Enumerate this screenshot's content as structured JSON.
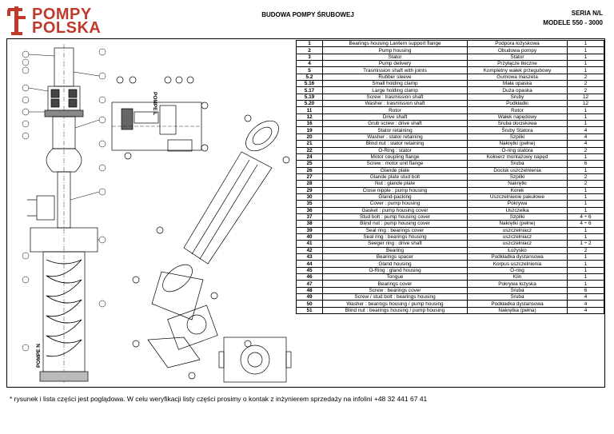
{
  "header": {
    "logo_line1": "POMPY",
    "logo_line2": "POLSKA",
    "title": "BUDOWA POMPY ŚRUBOWEJ",
    "series": "SERIA N/L",
    "models": "MODELE 550 - 3000"
  },
  "drawing": {
    "label_n": "POMPE   N",
    "label_l": "POMPE   L"
  },
  "parts": [
    {
      "no": "1",
      "en": "Bearings housing Lantern support flange",
      "pl": "Podpora łożyskowa",
      "qty": "1"
    },
    {
      "no": "2",
      "en": "Pump housing",
      "pl": "Obudowa pompy",
      "qty": "1"
    },
    {
      "no": "3",
      "en": "Stator",
      "pl": "Stator",
      "qty": "1"
    },
    {
      "no": "4",
      "en": "Pump delivery",
      "pl": "Przyłącze tłoczne",
      "qty": "1"
    },
    {
      "no": "5",
      "en": "Trasmission shaft with joints",
      "pl": "Kompletny wałek przegubowy",
      "qty": "1"
    },
    {
      "no": "5.2",
      "en": "Rubber sleeve",
      "pl": "Gumowa maszeta",
      "qty": "2"
    },
    {
      "no": "5.16",
      "en": "Small holding clamp",
      "pl": "Mała opaska",
      "qty": "2"
    },
    {
      "no": "5.17",
      "en": "Large holding clamp",
      "pl": "Duża opaska",
      "qty": "2"
    },
    {
      "no": "5.19",
      "en": "Screw : trasmission shaft",
      "pl": "Śruby",
      "qty": "12"
    },
    {
      "no": "5.20",
      "en": "Washer :   trasmission shaft",
      "pl": "Podkładki",
      "qty": "12"
    },
    {
      "no": "11",
      "en": "Rotor",
      "pl": "Rotor",
      "qty": "1"
    },
    {
      "no": "12",
      "en": "Drive shaft",
      "pl": "Wałek napędowy",
      "qty": "1"
    },
    {
      "no": "16",
      "en": "Grub screw : drive shaft",
      "pl": "Śruba dociskowa",
      "qty": "1"
    },
    {
      "no": "19",
      "en": "Stator retaining",
      "pl": "Śruby Statora",
      "qty": "4"
    },
    {
      "no": "20",
      "en": "Washer : stator retaining",
      "pl": "Szpilki",
      "qty": "4"
    },
    {
      "no": "21",
      "en": "Blind nut : stator retaining",
      "pl": "Nakrętki (pełne)",
      "qty": "4"
    },
    {
      "no": "22",
      "en": "O-Ring : stator",
      "pl": "O-ring statora",
      "qty": "2"
    },
    {
      "no": "24",
      "en": "Motor coupling flange",
      "pl": "Kołnierz montażowy napęd",
      "qty": "1"
    },
    {
      "no": "25",
      "en": "Screw : motor unit flange",
      "pl": "Śruba",
      "qty": "6"
    },
    {
      "no": "26",
      "en": "Glande plate",
      "pl": "Docisk uszczelnienia",
      "qty": "1"
    },
    {
      "no": "27",
      "en": "Glande plate stud bolt",
      "pl": "Szpilki",
      "qty": "2"
    },
    {
      "no": "28",
      "en": "Nut : glande plate",
      "pl": "Nakrętki",
      "qty": "2"
    },
    {
      "no": "29",
      "en": "Close nipple :  pump housing",
      "pl": "Korek",
      "qty": "1"
    },
    {
      "no": "30",
      "en": "Gland-packing",
      "pl": "Uszczelnienie pakułowe",
      "qty": "1"
    },
    {
      "no": "35",
      "en": "Cover : pump housing",
      "pl": "Pokrywa",
      "qty": "1"
    },
    {
      "no": "36",
      "en": "Gasket : pump housing cover",
      "pl": "Uszczelka",
      "qty": "1"
    },
    {
      "no": "37",
      "en": "Stud bolt : pump housing cover",
      "pl": "Szpilki",
      "qty": "4 ÷ 6"
    },
    {
      "no": "38",
      "en": "Blind nut : pump housing cover",
      "pl": "Nakrętki (pełne)",
      "qty": "4 ÷ 6"
    },
    {
      "no": "39",
      "en": "Seal ring :  bearings cover",
      "pl": "uszczelniacz",
      "qty": "1"
    },
    {
      "no": "40",
      "en": "Seal ring : bearings housing",
      "pl": "uszczelniacz",
      "qty": "1"
    },
    {
      "no": "41",
      "en": "Seeger ring : drive shaft",
      "pl": "uszczelniacz",
      "qty": "1 ÷ 2"
    },
    {
      "no": "42",
      "en": "Bearing",
      "pl": "Łożysko",
      "qty": "2"
    },
    {
      "no": "43",
      "en": "Bearings spacer",
      "pl": "Podkładka dystansowa",
      "qty": "1"
    },
    {
      "no": "44",
      "en": "Gland housing",
      "pl": "Korpus uszczelnienia",
      "qty": "1"
    },
    {
      "no": "45",
      "en": "O-Ring : gland housing",
      "pl": "O-ring",
      "qty": "1"
    },
    {
      "no": "46",
      "en": "Tongue",
      "pl": "Klin",
      "qty": "1"
    },
    {
      "no": "47",
      "en": "Bearings cover",
      "pl": "Pokrywa łożyska",
      "qty": "1"
    },
    {
      "no": "48",
      "en": "Screw : bearings cover",
      "pl": "Śruba",
      "qty": "6"
    },
    {
      "no": "49",
      "en": "Screw / stud bolt : bearings housing",
      "pl": "Śruba",
      "qty": "4"
    },
    {
      "no": "50",
      "en": "Washer : bearings housing / pump housing",
      "pl": "Podkładka dystansowa",
      "qty": "4"
    },
    {
      "no": "51",
      "en": "Blind nut : bearings housing / pump housing",
      "pl": "Nakrętka (pełna)",
      "qty": "4"
    }
  ],
  "footer": "* rysunek i lista części jest poglądowa. W celu weryfikacji listy części prosimy o kontak z inżynierem sprzedaży na infolini +48 32 441 67 41",
  "colors": {
    "brand": "#c0392b",
    "line": "#000000"
  }
}
